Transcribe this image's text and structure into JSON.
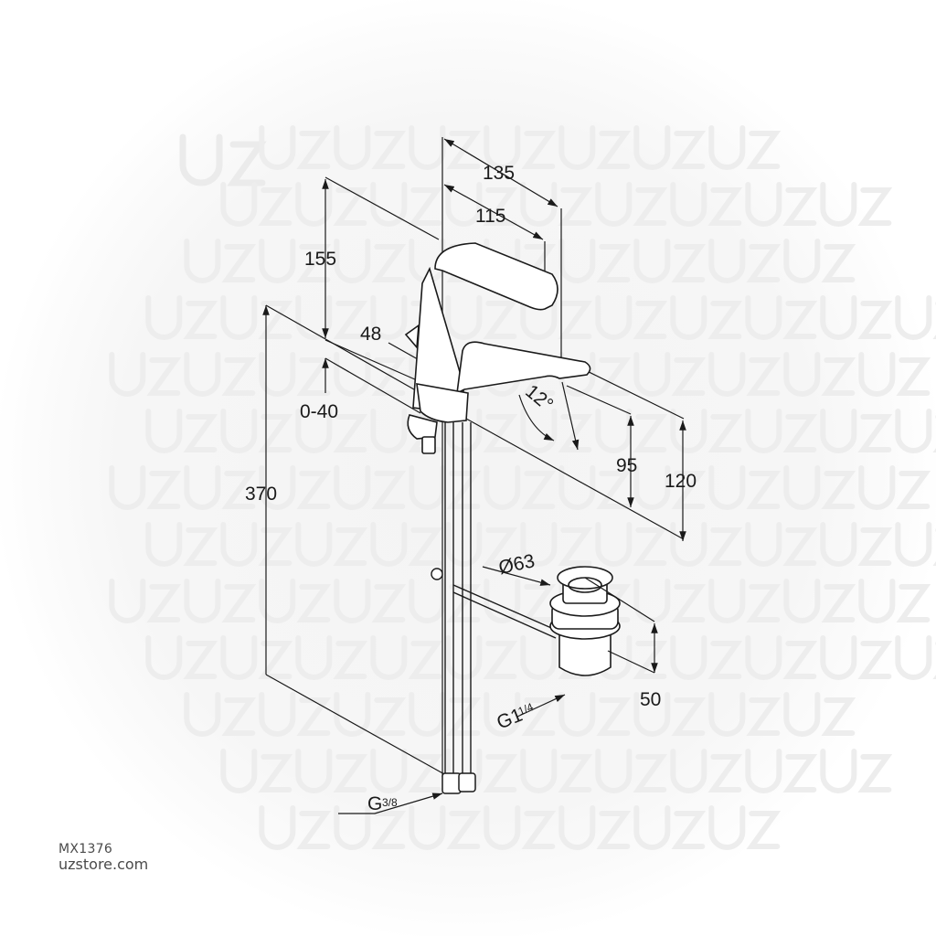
{
  "product": {
    "code": "MX1376",
    "website": "uzstore.com",
    "watermark": "UZ"
  },
  "diagram": {
    "type": "technical-dimension-drawing",
    "subject": "single-lever basin mixer with pop-up waste",
    "units": "mm",
    "line_color": "#1a1a1a",
    "watermark_color": "#ececec",
    "dimensions": {
      "spout_reach_total": "135",
      "spout_reach": "115",
      "body_height": "155",
      "lever_offset": "48",
      "pop_up_rod_range": "0-40",
      "total_height": "370",
      "spout_angle": "12°",
      "outlet_height": "95",
      "spout_height": "120",
      "waste_diameter": "Ø63",
      "waste_height": "50",
      "waste_thread": "G1¼",
      "supply_thread": "G⅜"
    },
    "labels": {
      "waste_thread_main": "G1",
      "waste_thread_frac": "1/4",
      "supply_thread_main": "G",
      "supply_thread_frac": "3/8"
    }
  }
}
